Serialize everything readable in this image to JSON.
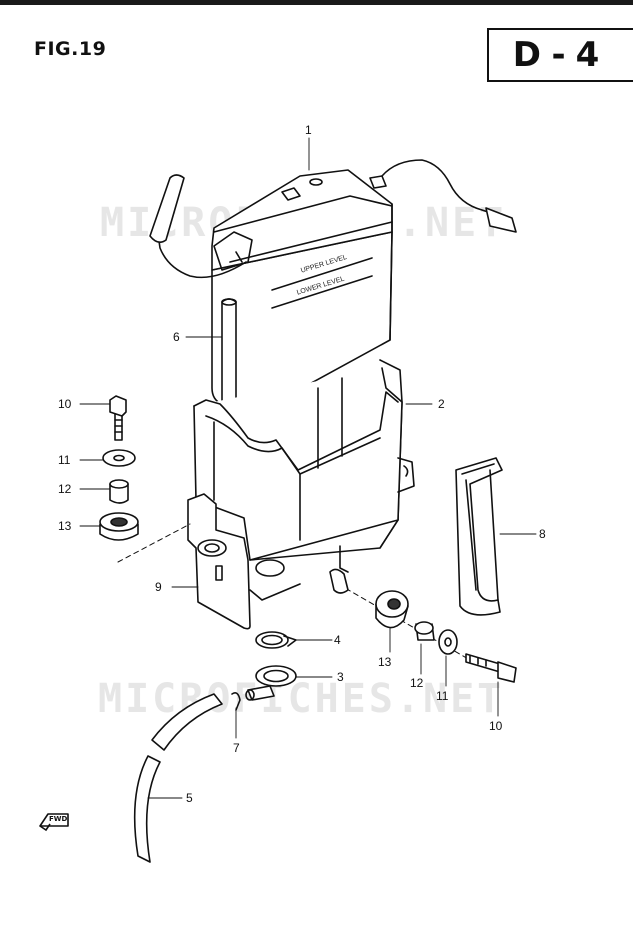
{
  "header": {
    "figure_label": "FIG.19",
    "page_ref": "D-4"
  },
  "watermark": {
    "text": "MICROFICHES.NET"
  },
  "callouts": [
    {
      "id": "c1",
      "label": "1"
    },
    {
      "id": "c2",
      "label": "2"
    },
    {
      "id": "c3",
      "label": "3"
    },
    {
      "id": "c4",
      "label": "4"
    },
    {
      "id": "c5",
      "label": "5"
    },
    {
      "id": "c6",
      "label": "6"
    },
    {
      "id": "c7",
      "label": "7"
    },
    {
      "id": "c8",
      "label": "8"
    },
    {
      "id": "c9",
      "label": "9"
    },
    {
      "id": "c10a",
      "label": "10"
    },
    {
      "id": "c11a",
      "label": "11"
    },
    {
      "id": "c12a",
      "label": "12"
    },
    {
      "id": "c13a",
      "label": "13"
    },
    {
      "id": "c13b",
      "label": "13"
    },
    {
      "id": "c12b",
      "label": "12"
    },
    {
      "id": "c11b",
      "label": "11"
    },
    {
      "id": "c10b",
      "label": "10"
    }
  ],
  "battery_label": {
    "upper": "UPPER LEVEL",
    "lower": "LOWER LEVEL"
  },
  "fwd_icon": {
    "text": "FWD",
    "icon": "forward-arrow-icon"
  },
  "colors": {
    "ink": "#111111",
    "watermark": "#e6e6e6"
  }
}
